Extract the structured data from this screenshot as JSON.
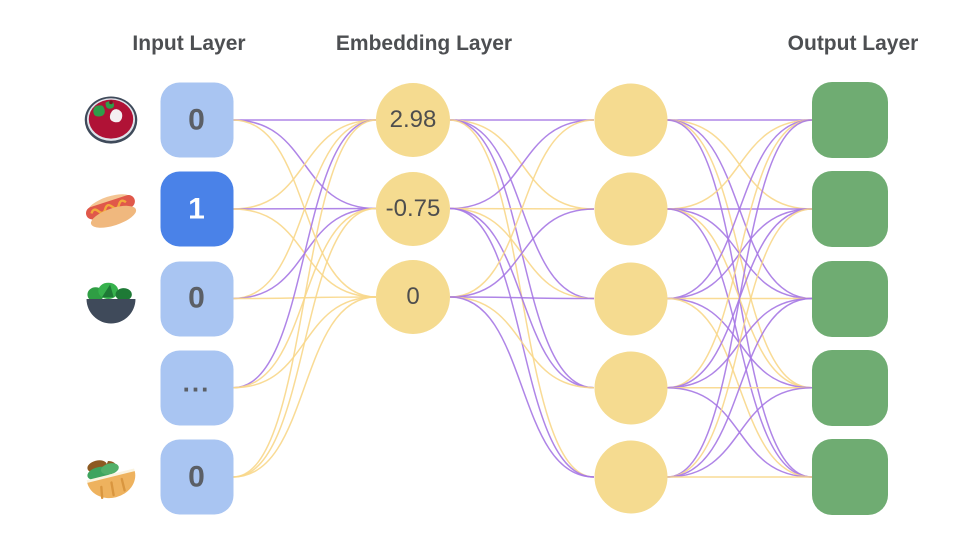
{
  "titles": {
    "input": "Input Layer",
    "embedding": "Embedding Layer",
    "output": "Output Layer"
  },
  "input_nodes": [
    {
      "label": "0",
      "icon": "soup-icon",
      "active": false
    },
    {
      "label": "1",
      "icon": "hotdog-icon",
      "active": true
    },
    {
      "label": "0",
      "icon": "salad-icon",
      "active": false
    },
    {
      "label": "...",
      "icon": "none",
      "active": false
    },
    {
      "label": "0",
      "icon": "pita-icon",
      "active": false
    }
  ],
  "embedding_nodes": [
    {
      "label": "2.98"
    },
    {
      "label": "-0.75"
    },
    {
      "label": "0"
    }
  ],
  "hidden_nodes_count": 5,
  "output_nodes_count": 5,
  "colors": {
    "text_dark": "#4d4f52",
    "input_fill": "#a9c5f2",
    "input_active_fill": "#4a82e8",
    "input_text": "#5b5f66",
    "active_text": "#ffffff",
    "node_yellow": "#f5db90",
    "emb_text": "#4e4e4e",
    "output_green": "#6fac72",
    "edge_purple": "#a678e4",
    "edge_yellow": "#f8d78a"
  },
  "edges": {
    "input_to_embedding": [
      "PPY",
      "YPY",
      "YPY",
      "PYY",
      "YYY"
    ],
    "embedding_to_hidden": [
      "PYPPY",
      "PYYPP",
      "YPPYP"
    ],
    "hidden_to_output": [
      "PYPYP",
      "YPPYP",
      "PPYPY",
      "YPPYP",
      "PYPPY"
    ]
  }
}
